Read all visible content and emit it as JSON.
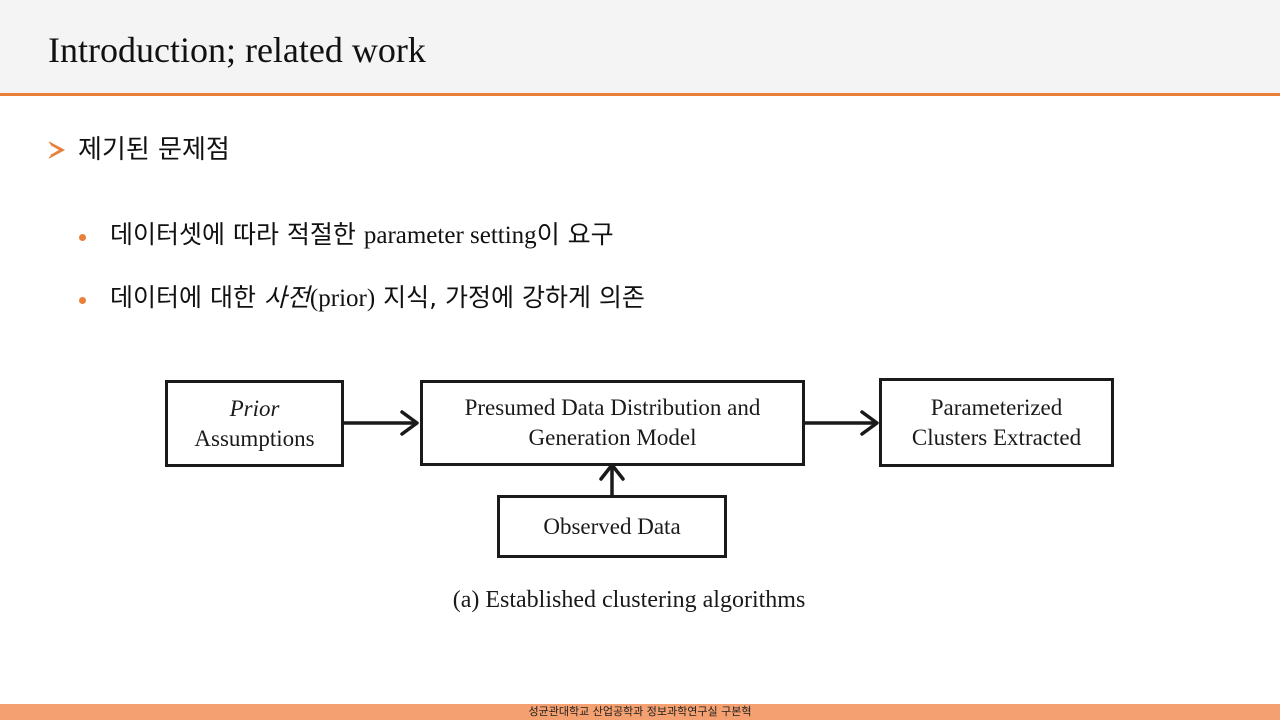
{
  "title": "Introduction; related work",
  "section": {
    "heading": "제기된 문제점",
    "bullet_icon": "arrow-bullet-icon",
    "points": [
      {
        "before": "데이터셋에 따라 적절한 ",
        "latin": "parameter setting",
        "after": "이 요구"
      },
      {
        "before": "데이터에 대한 ",
        "emphasis": "사전",
        "latin": "(prior)",
        "after": " 지식, 가정에 강하게 의존"
      }
    ]
  },
  "diagram": {
    "boxes": {
      "prior": {
        "line1": "Prior",
        "line2": "Assumptions"
      },
      "model": {
        "line1": "Presumed Data Distribution and",
        "line2": "Generation Model"
      },
      "clusters": {
        "line1": "Parameterized",
        "line2": "Clusters Extracted"
      },
      "observed": {
        "line1": "Observed Data"
      }
    },
    "caption": "(a) Established clustering algorithms"
  },
  "footer": "성균관대학교 산업공학과 정보과학연구실 구본혁",
  "colors": {
    "accent": "#e8803a",
    "footer_bg": "#f4a070",
    "header_bg": "#f4f4f4"
  }
}
